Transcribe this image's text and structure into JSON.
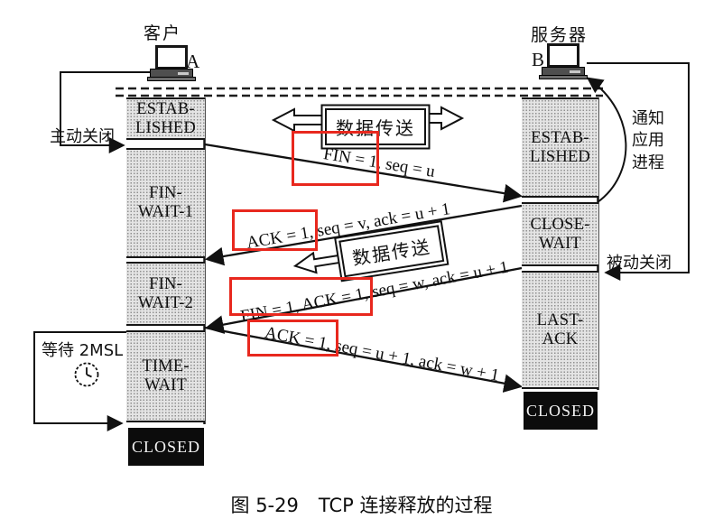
{
  "figure": {
    "caption_number": "图 5-29",
    "caption_title": "TCP 连接释放的过程"
  },
  "client": {
    "title": "客户",
    "host_letter": "A",
    "close_label": "主动关闭",
    "timer_label": "等待 2MSL",
    "states": {
      "established": {
        "line1": "ESTAB-",
        "line2": "LISHED"
      },
      "fin_wait_1": {
        "line1": "FIN-",
        "line2": "WAIT-1"
      },
      "fin_wait_2": {
        "line1": "FIN-",
        "line2": "WAIT-2"
      },
      "time_wait": {
        "line1": "TIME-",
        "line2": "WAIT"
      },
      "closed": "CLOSED"
    }
  },
  "server": {
    "title": "服务器",
    "host_letter": "B",
    "close_label": "被动关闭",
    "notify_label": {
      "line1": "通知",
      "line2": "应用",
      "line3": "进程"
    },
    "states": {
      "established": {
        "line1": "ESTAB-",
        "line2": "LISHED"
      },
      "close_wait": {
        "line1": "CLOSE-",
        "line2": "WAIT"
      },
      "last_ack": {
        "line1": "LAST-",
        "line2": "ACK"
      },
      "closed": "CLOSED"
    }
  },
  "messages": {
    "fin": "FIN = 1, seq = u",
    "ack1": "ACK = 1, seq = v, ack = u + 1",
    "fin_ack": "FIN = 1, ACK = 1, seq = w, ack = u + 1",
    "ack2": "ACK = 1, seq = u + 1, ack = w + 1"
  },
  "data_transfer": {
    "label_top": "数据传送",
    "label_mid": "数据传送"
  },
  "highlights": {
    "box1": "FIN = 1,",
    "box2": "ACK = 1",
    "box3": "FIN = 1, ACK = 1,",
    "box4": "ACK = 1,"
  },
  "colors": {
    "highlight_red": "#e8281e",
    "state_fill": "#e4e4e4",
    "closed_fill": "#0c0c0c",
    "line_black": "#161616"
  }
}
